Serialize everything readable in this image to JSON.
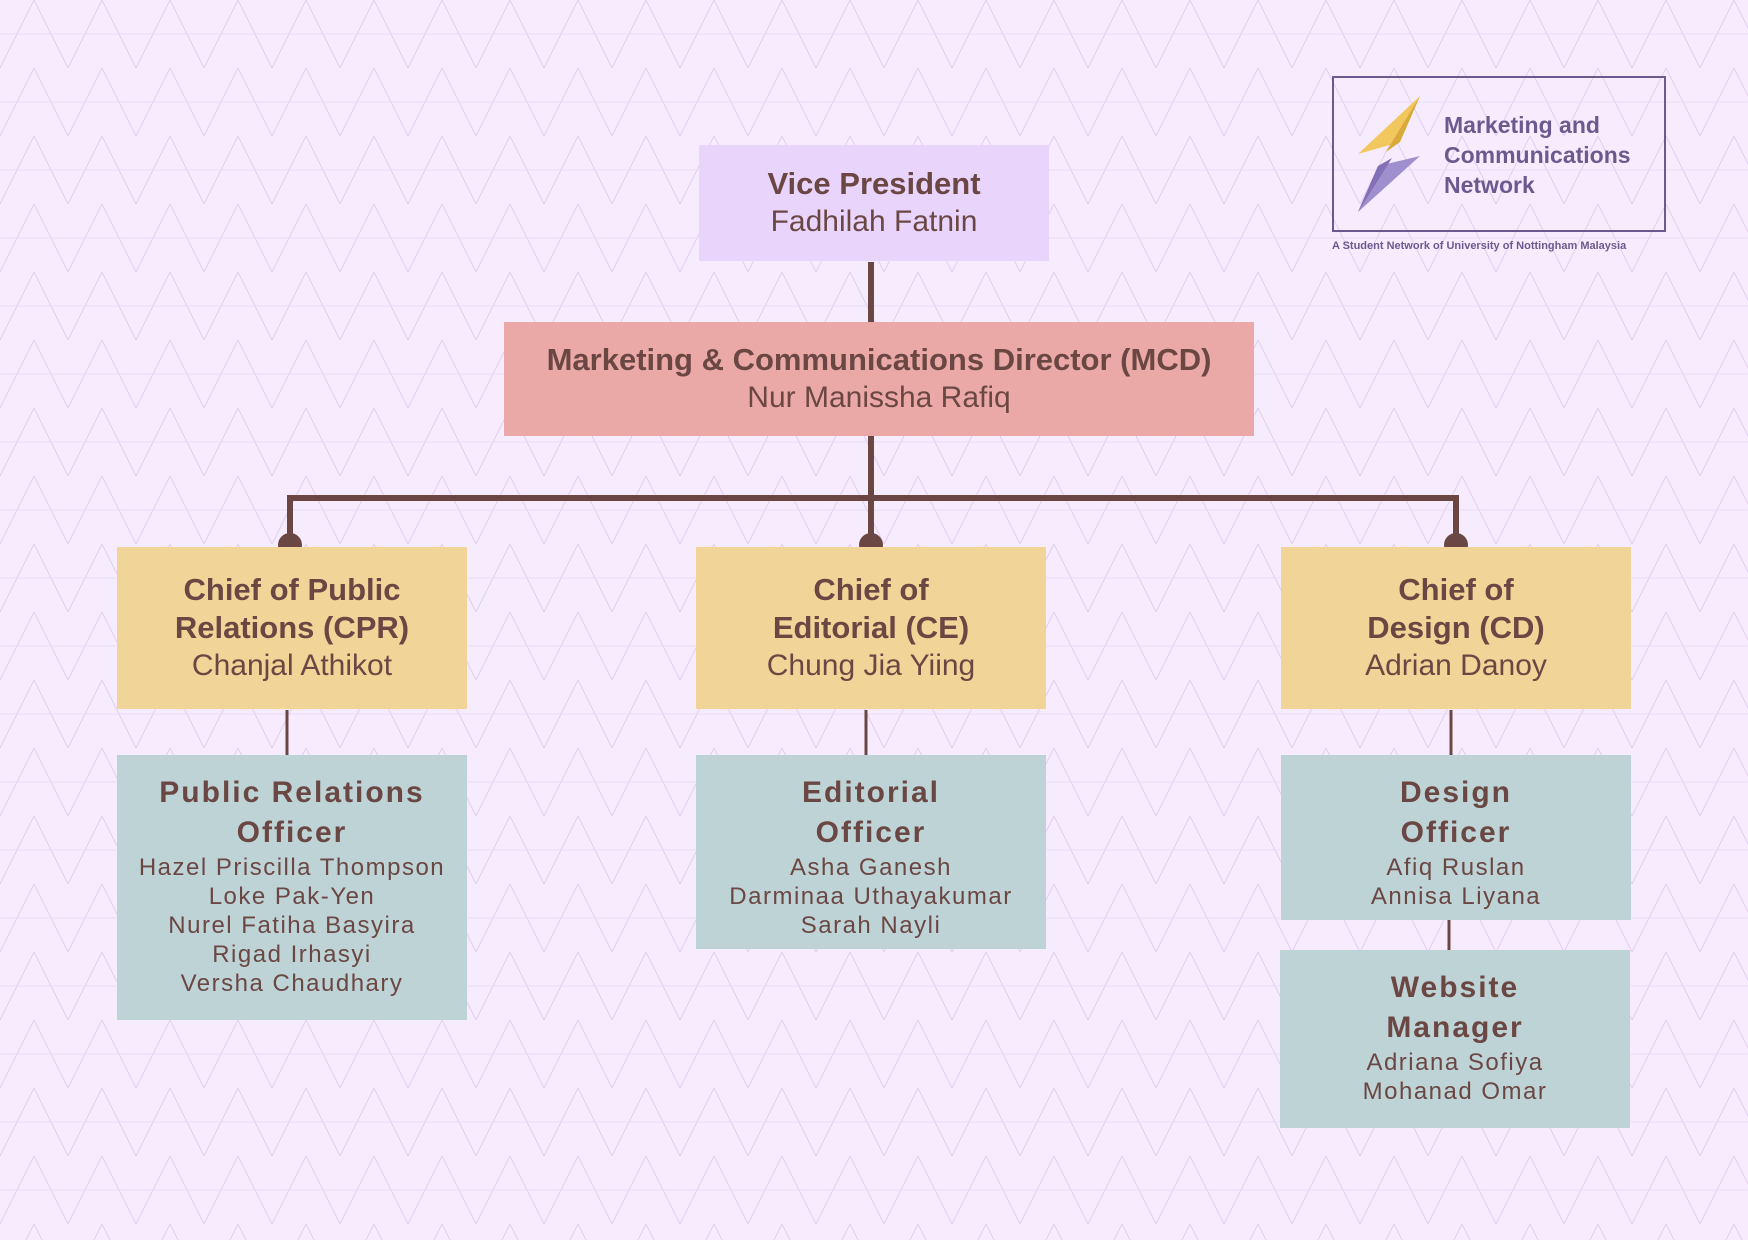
{
  "colors": {
    "background": "#f6ecfd",
    "text": "#6b4744",
    "connector": "#6b4744",
    "vice_president_box": "#e9d4fc",
    "director_box": "#eaa9a7",
    "chief_box": "#f1d498",
    "officer_box": "#bed3d6",
    "logo_purple": "#6b5a8e",
    "logo_gold": "#f2c75d",
    "logo_lavender": "#a08fce"
  },
  "logo": {
    "icon": "lightning-bolt-icon",
    "name": "Marketing and\nCommunications\nNetwork",
    "tagline": "A Student Network of University of Nottingham Malaysia"
  },
  "vice_president": {
    "title": "Vice President",
    "name": "Fadhilah Fatnin"
  },
  "director": {
    "title": "Marketing & Communications Director (MCD)",
    "name": "Nur Manissha Rafiq"
  },
  "chiefs": {
    "cpr": {
      "title": "Chief of Public\nRelations (CPR)",
      "name": "Chanjal Athikot"
    },
    "ce": {
      "title": "Chief of\nEditorial (CE)",
      "name": "Chung Jia Yiing"
    },
    "cd": {
      "title": "Chief of\nDesign (CD)",
      "name": "Adrian Danoy"
    }
  },
  "teams": {
    "public_relations": {
      "title": "Public Relations\nOfficer",
      "members": [
        "Hazel Priscilla Thompson",
        "Loke Pak-Yen",
        "Nurel Fatiha Basyira",
        "Rigad Irhasyi",
        "Versha Chaudhary"
      ]
    },
    "editorial": {
      "title": "Editorial\nOfficer",
      "members": [
        "Asha Ganesh",
        "Darminaa Uthayakumar",
        "Sarah Nayli"
      ]
    },
    "design": {
      "title": "Design\nOfficer",
      "members": [
        "Afiq Ruslan",
        "Annisa Liyana"
      ]
    },
    "website": {
      "title": "Website\nManager",
      "members": [
        "Adriana Sofiya",
        "Mohanad Omar"
      ]
    }
  }
}
